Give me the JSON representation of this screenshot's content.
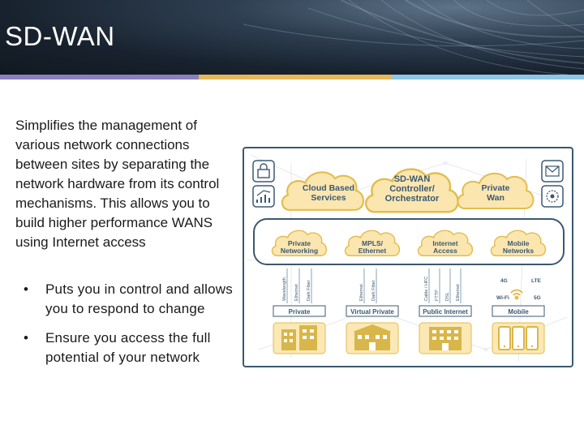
{
  "slide": {
    "title": "SD-WAN",
    "intro": "Simplifies the management of various network connections between sites by separating the network hardware from its control mechanisms.  This allows you to build higher performance WANS using Internet access",
    "bullets": [
      {
        "symbol": "•",
        "text": "Puts you in control and allows you to respond to change"
      },
      {
        "symbol": "•",
        "text": "Ensure you access the full potential of your network"
      }
    ]
  },
  "diagram": {
    "top_clouds": [
      {
        "lines": [
          "Cloud Based",
          "Services"
        ]
      },
      {
        "lines": [
          "SD-WAN",
          "Controller/",
          "Orchestrator"
        ]
      },
      {
        "lines": [
          "Private",
          "Wan"
        ]
      }
    ],
    "middle_clouds": [
      {
        "lines": [
          "Private",
          "Networking"
        ]
      },
      {
        "lines": [
          "MPLS/",
          "Ethernet"
        ]
      },
      {
        "lines": [
          "Internet",
          "Access"
        ]
      },
      {
        "lines": [
          "Mobile",
          "Networks"
        ]
      }
    ],
    "link_labels": {
      "private": [
        "Wavelength",
        "Ethernet",
        "Dark Fiber"
      ],
      "virtual_private": [
        "Ethernet",
        "Dark Fiber"
      ],
      "public_internet": [
        "Cable / HFC",
        "FTTP",
        "DSL",
        "Ethernet"
      ],
      "mobile": [
        "4G",
        "LTE",
        "Wi-Fi",
        "5G"
      ]
    },
    "site_labels": [
      "Private",
      "Virtual Private",
      "Public Internet",
      "Mobile"
    ],
    "side_icons": [
      "lock-icon",
      "chart-icon",
      "mail-icon",
      "settings-icon"
    ],
    "colors": {
      "accent": "#3b5871",
      "cloud": "#fbe6b0",
      "tile": "#e9c356",
      "building": "#d9b64a"
    }
  }
}
